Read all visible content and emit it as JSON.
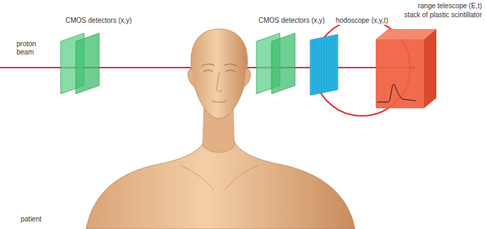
{
  "diagram": {
    "nodes": [
      {
        "text": [
          "CMOS detectors (x,y)"
        ]
      },
      {
        "text": [
          "CMOS detectors (x,y)"
        ]
      },
      {
        "text": [
          "hodoscope (x,y,t)"
        ]
      },
      {
        "text": [
          "range telescope (E,t)",
          "stack of plastic scintillator"
        ]
      }
    ],
    "edges": [
      {
        "from": 0,
        "to": 1,
        "arrow": "none"
      },
      {
        "from": 1,
        "to": 2,
        "arrow": "none"
      },
      {
        "from": 2,
        "to": 3,
        "arrow": "none"
      }
    ],
    "labels": [
      "proton beam",
      "patient"
    ]
  }
}
